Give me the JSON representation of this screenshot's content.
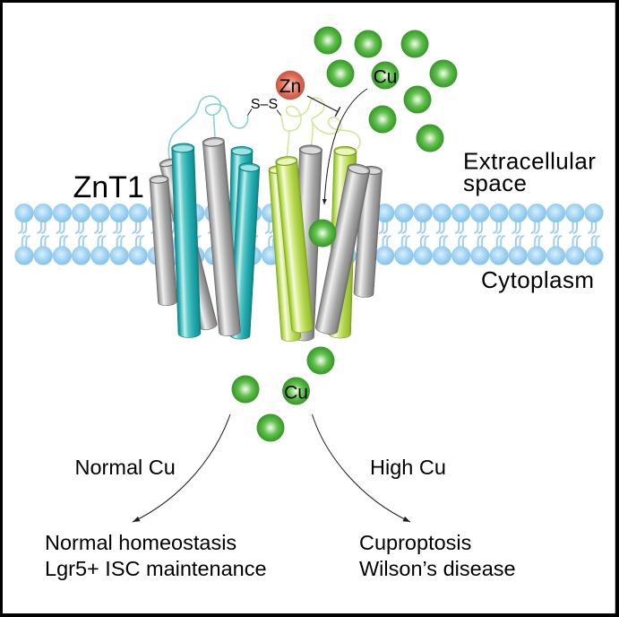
{
  "figure": {
    "protein_label": "ZnT1",
    "compartments": {
      "extracellular": [
        "Extracellular",
        "space"
      ],
      "cytoplasm": "Cytoplasm"
    },
    "ions": {
      "zinc": {
        "label": "Zn",
        "count": 1
      },
      "copper": {
        "label": "Cu",
        "count_extracellular": 9,
        "count_in_transporter": 1,
        "count_cytoplasmic": 4
      }
    },
    "disulfide_bond_label": "S–S",
    "helix_counts": {
      "left_monomer": {
        "teal": 3,
        "gray": 3
      },
      "right_monomer": {
        "green": 3,
        "gray": 3
      }
    },
    "pathways": [
      {
        "condition": "Normal Cu",
        "outcomes": [
          "Normal homeostasis",
          "Lgr5+ ISC maintenance"
        ]
      },
      {
        "condition": "High Cu",
        "outcomes": [
          "Cuproptosis",
          "Wilson’s disease"
        ]
      }
    ],
    "colors": {
      "copper_ion": "#46ab35",
      "zinc_ion": "#dc6a54",
      "membrane_lipid": "#a6d6f3",
      "helix_teal": "#25aaae",
      "helix_green": "#b0d346",
      "helix_gray": "#a3a3a3",
      "loop_teal": "#86d0d3",
      "loop_green": "#d2e69a"
    }
  }
}
